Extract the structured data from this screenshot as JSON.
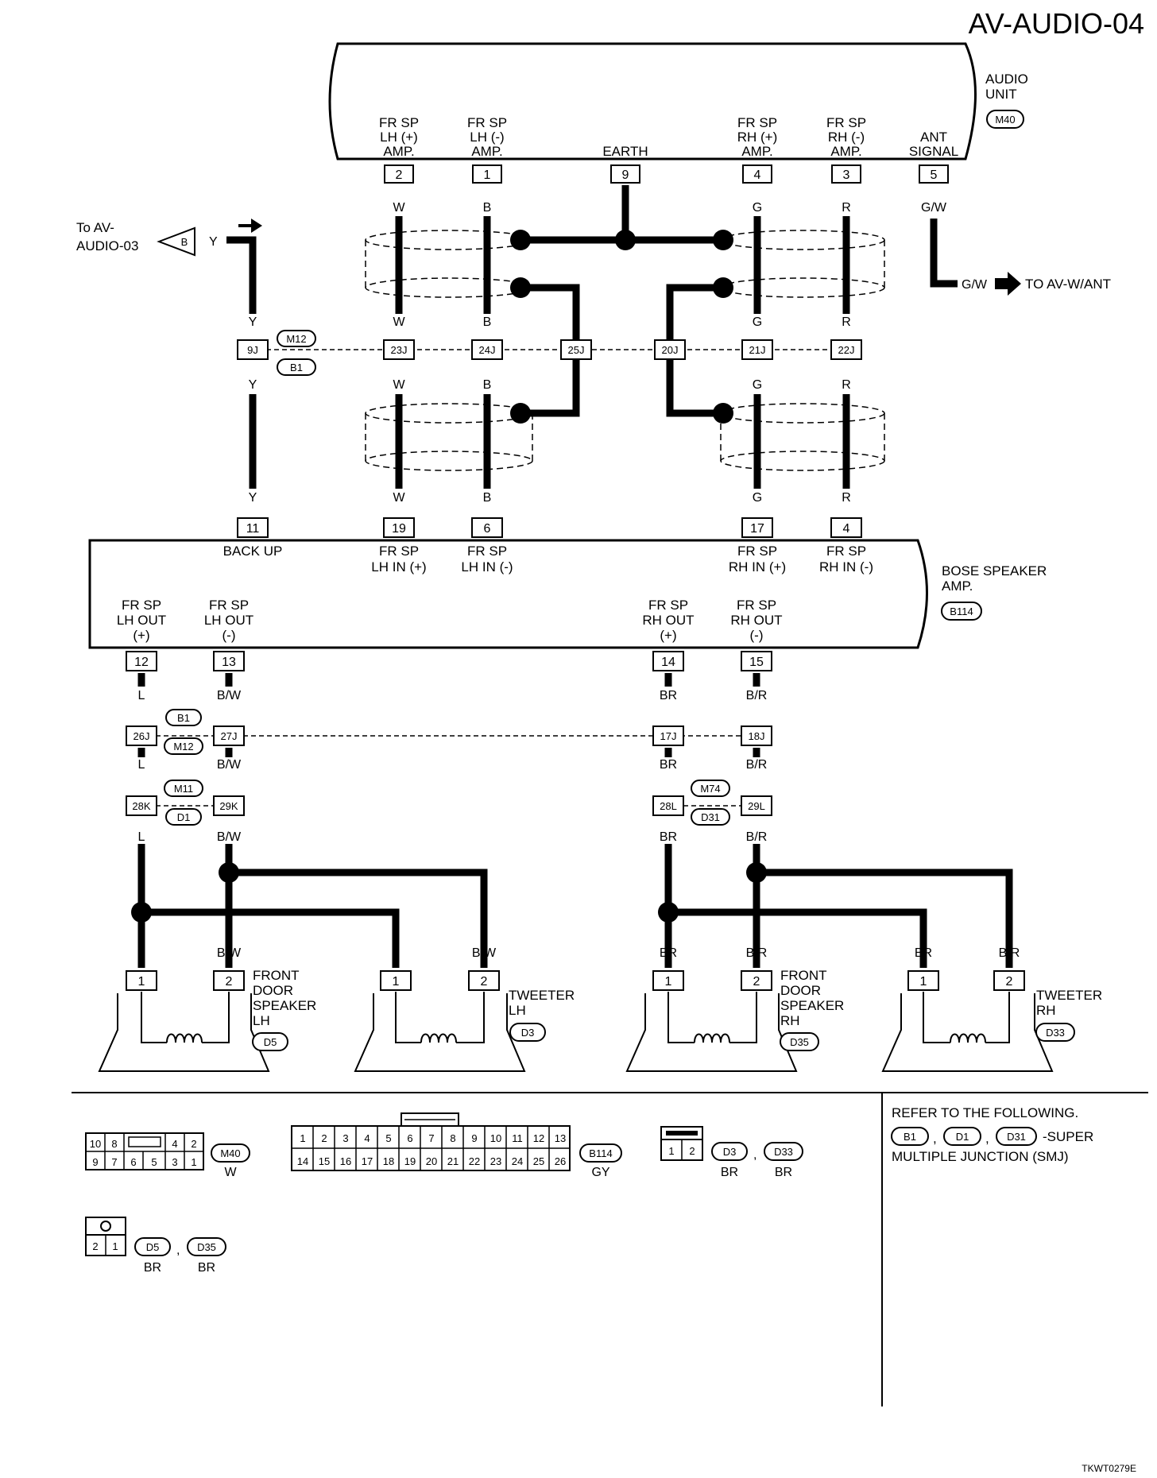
{
  "page_id": "AV-AUDIO-04",
  "figure_code": "TKWT0279E",
  "audio_unit": {
    "name_lines": [
      "AUDIO",
      "UNIT"
    ],
    "connector": "M40",
    "terminals": [
      {
        "pin": "2",
        "label": [
          "FR SP",
          "LH (+)",
          "AMP."
        ],
        "color": "W"
      },
      {
        "pin": "1",
        "label": [
          "FR SP",
          "LH (-)",
          "AMP."
        ],
        "color": "B"
      },
      {
        "pin": "9",
        "label": [
          "EARTH"
        ],
        "color": ""
      },
      {
        "pin": "4",
        "label": [
          "FR SP",
          "RH (+)",
          "AMP."
        ],
        "color": "G"
      },
      {
        "pin": "3",
        "label": [
          "FR SP",
          "RH (-)",
          "AMP."
        ],
        "color": "R"
      },
      {
        "pin": "5",
        "label": [
          "ANT",
          "SIGNAL"
        ],
        "color": "G/W"
      }
    ]
  },
  "ant_out": {
    "color": "G/W",
    "text": "TO AV-W/ANT"
  },
  "to_audio03": {
    "lines": [
      "To AV-",
      "AUDIO-03"
    ],
    "flag": "B",
    "color": "Y"
  },
  "upper_junction": {
    "connectors": [
      "M12",
      "B1"
    ],
    "pins": [
      "9J",
      "23J",
      "24J",
      "25J",
      "20J",
      "21J",
      "22J"
    ]
  },
  "wire_colors_mid": {
    "y": "Y",
    "w": "W",
    "b": "B",
    "g": "G",
    "r": "R"
  },
  "bose_amp": {
    "name_lines": [
      "BOSE SPEAKER",
      "AMP."
    ],
    "connector": "B114",
    "inputs": [
      {
        "pin": "11",
        "label": [
          "BACK UP"
        ]
      },
      {
        "pin": "19",
        "label": [
          "FR SP",
          "LH IN (+)"
        ]
      },
      {
        "pin": "6",
        "label": [
          "FR SP",
          "LH IN (-)"
        ]
      },
      {
        "pin": "17",
        "label": [
          "FR SP",
          "RH IN (+)"
        ]
      },
      {
        "pin": "4",
        "label": [
          "FR SP",
          "RH IN (-)"
        ]
      }
    ],
    "outputs": [
      {
        "pin": "12",
        "label": [
          "FR SP",
          "LH OUT",
          "(+)"
        ],
        "color": "L"
      },
      {
        "pin": "13",
        "label": [
          "FR SP",
          "LH OUT",
          "(-)"
        ],
        "color": "B/W"
      },
      {
        "pin": "14",
        "label": [
          "FR SP",
          "RH OUT",
          "(+)"
        ],
        "color": "BR"
      },
      {
        "pin": "15",
        "label": [
          "FR SP",
          "RH OUT",
          "(-)"
        ],
        "color": "B/R"
      }
    ]
  },
  "lower_junction_1": {
    "connectors": [
      "B1",
      "M12"
    ],
    "pins": [
      "26J",
      "27J",
      "17J",
      "18J"
    ]
  },
  "lower_junction_2_left": {
    "connectors": [
      "M11",
      "D1"
    ],
    "pins": [
      "28K",
      "29K"
    ]
  },
  "lower_junction_2_right": {
    "connectors": [
      "M74",
      "D31"
    ],
    "pins": [
      "28L",
      "29L"
    ]
  },
  "speakers": [
    {
      "name_lines": [
        "FRONT",
        "DOOR",
        "SPEAKER",
        "LH"
      ],
      "connector": "D5",
      "pins": [
        "1",
        "2"
      ],
      "colors": [
        "L",
        "B/W"
      ]
    },
    {
      "name_lines": [
        "TWEETER",
        "LH"
      ],
      "connector": "D3",
      "pins": [
        "1",
        "2"
      ],
      "colors": [
        "L",
        "B/W"
      ]
    },
    {
      "name_lines": [
        "FRONT",
        "DOOR",
        "SPEAKER",
        "RH"
      ],
      "connector": "D35",
      "pins": [
        "1",
        "2"
      ],
      "colors": [
        "BR",
        "B/R"
      ]
    },
    {
      "name_lines": [
        "TWEETER",
        "RH"
      ],
      "connector": "D33",
      "pins": [
        "1",
        "2"
      ],
      "colors": [
        "BR",
        "B/R"
      ]
    }
  ],
  "connector_views": {
    "m40": {
      "top": [
        "10",
        "8",
        "",
        "4",
        "2"
      ],
      "bottom": [
        "9",
        "7",
        "6",
        "5",
        "3",
        "1"
      ],
      "id": "M40",
      "color": "W"
    },
    "b114": {
      "top": [
        "1",
        "2",
        "3",
        "4",
        "5",
        "6",
        "7",
        "8",
        "9",
        "10",
        "11",
        "12",
        "13"
      ],
      "bottom": [
        "14",
        "15",
        "16",
        "17",
        "18",
        "19",
        "20",
        "21",
        "22",
        "23",
        "24",
        "25",
        "26"
      ],
      "id": "B114",
      "color": "GY"
    },
    "d3": {
      "pins": [
        "1",
        "2"
      ],
      "ids": [
        "D3",
        "D33"
      ],
      "colors": [
        "BR",
        "BR"
      ]
    },
    "d5": {
      "pins": [
        "2",
        "1"
      ],
      "ids": [
        "D5",
        "D35"
      ],
      "colors": [
        "BR",
        "BR"
      ]
    }
  },
  "note": {
    "line1": "REFER TO THE FOLLOWING.",
    "ids": [
      "B1",
      "D1",
      "D31"
    ],
    "suffix": "-SUPER",
    "line3": "MULTIPLE JUNCTION (SMJ)"
  }
}
